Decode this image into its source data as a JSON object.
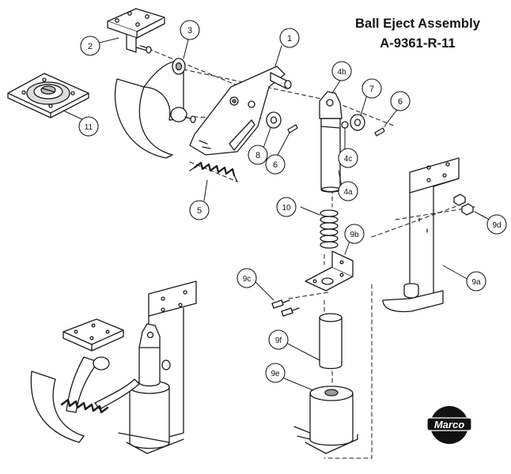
{
  "header": {
    "title": "Ball Eject Assembly",
    "part_number": "A-9361-R-11"
  },
  "callouts": [
    {
      "id": "c1",
      "label": "1"
    },
    {
      "id": "c2",
      "label": "2"
    },
    {
      "id": "c3",
      "label": "3"
    },
    {
      "id": "c4a",
      "label": "4a"
    },
    {
      "id": "c4b",
      "label": "4b"
    },
    {
      "id": "c4c",
      "label": "4c"
    },
    {
      "id": "c5",
      "label": "5"
    },
    {
      "id": "c6a",
      "label": "6"
    },
    {
      "id": "c6b",
      "label": "6"
    },
    {
      "id": "c7",
      "label": "7"
    },
    {
      "id": "c8",
      "label": "8"
    },
    {
      "id": "c9a",
      "label": "9a"
    },
    {
      "id": "c9b",
      "label": "9b"
    },
    {
      "id": "c9c",
      "label": "9c"
    },
    {
      "id": "c9d",
      "label": "9d"
    },
    {
      "id": "c9e",
      "label": "9e"
    },
    {
      "id": "c9f",
      "label": "9f"
    },
    {
      "id": "c10",
      "label": "10"
    },
    {
      "id": "c11",
      "label": "11"
    }
  ],
  "logo": {
    "text": "Marco",
    "colors": {
      "ball": "#111111",
      "text": "#ffffff"
    }
  },
  "colors": {
    "line": "#1a1a1a",
    "part_fill": "#ffffff",
    "shade": "#c8c8c8"
  }
}
